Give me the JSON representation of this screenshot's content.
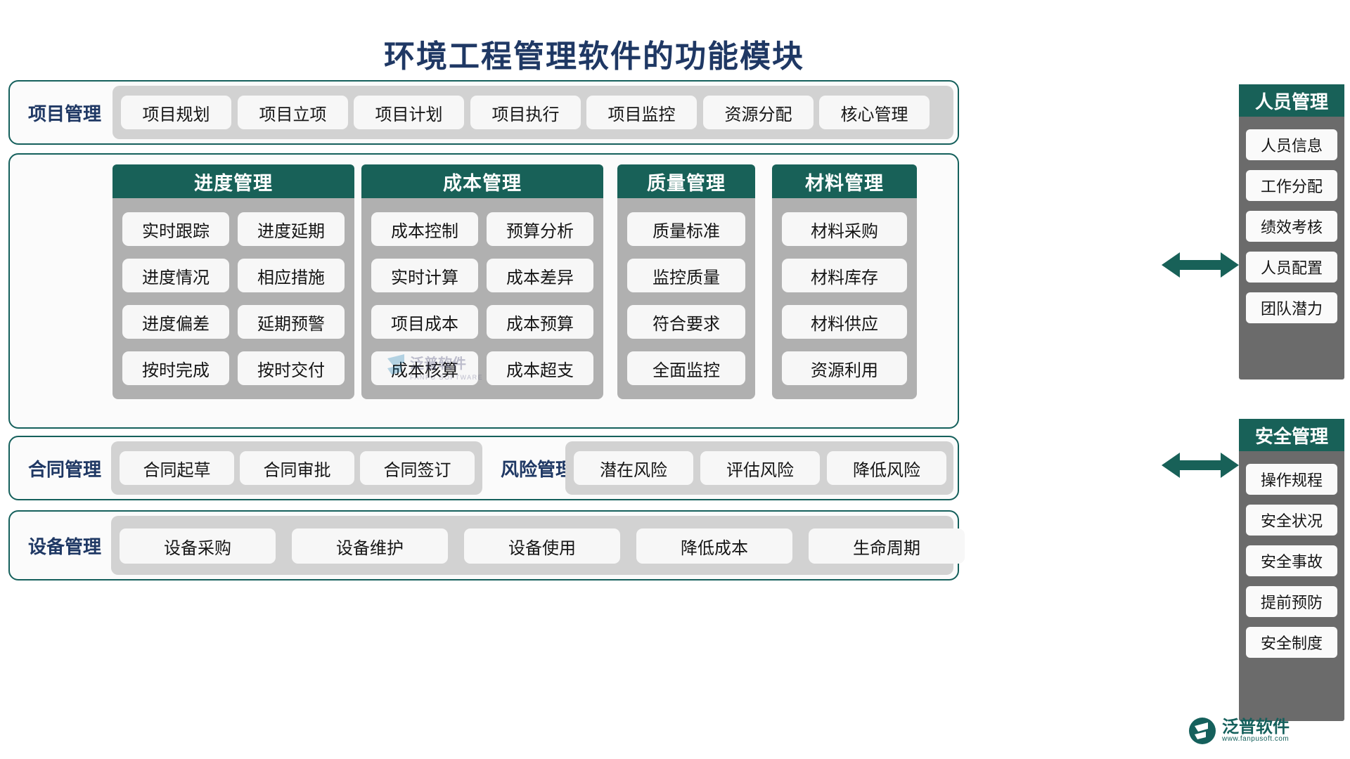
{
  "title": "环境工程管理软件的功能模块",
  "colors": {
    "title": "#1f3864",
    "green": "#186158",
    "panel_border": "#15605c",
    "tray": "#d2d2d2",
    "tray_dark": "#b0b0b0",
    "chip": "#f7f7f7",
    "rail": "#6b6b6b"
  },
  "project_row": {
    "label": "项目管理",
    "items": [
      "项目规划",
      "项目立项",
      "项目计划",
      "项目执行",
      "项目监控",
      "资源分配",
      "核心管理"
    ]
  },
  "columns": [
    {
      "header": "进度管理",
      "cols": 2,
      "items": [
        "实时跟踪",
        "进度延期",
        "进度情况",
        "相应措施",
        "进度偏差",
        "延期预警",
        "按时完成",
        "按时交付"
      ]
    },
    {
      "header": "成本管理",
      "cols": 2,
      "items": [
        "成本控制",
        "预算分析",
        "实时计算",
        "成本差异",
        "项目成本",
        "成本预算",
        "成本核算",
        "成本超支"
      ]
    },
    {
      "header": "质量管理",
      "cols": 1,
      "items": [
        "质量标准",
        "监控质量",
        "符合要求",
        "全面监控"
      ]
    },
    {
      "header": "材料管理",
      "cols": 1,
      "items": [
        "材料采购",
        "材料库存",
        "材料供应",
        "资源利用"
      ]
    }
  ],
  "contract_row": {
    "label": "合同管理",
    "items": [
      "合同起草",
      "合同审批",
      "合同签订"
    ]
  },
  "risk_row": {
    "label": "风险管理",
    "items": [
      "潜在风险",
      "评估风险",
      "降低风险"
    ]
  },
  "equipment_row": {
    "label": "设备管理",
    "items": [
      "设备采购",
      "设备维护",
      "设备使用",
      "降低成本",
      "生命周期"
    ]
  },
  "rails": [
    {
      "header": "人员管理",
      "items": [
        "人员信息",
        "工作分配",
        "绩效考核",
        "人员配置",
        "团队潜力"
      ]
    },
    {
      "header": "安全管理",
      "items": [
        "操作规程",
        "安全状况",
        "安全事故",
        "提前预防",
        "安全制度"
      ]
    }
  ],
  "watermark": {
    "cn": "泛普软件",
    "en": "FANPU SOFTWARE"
  },
  "logo": {
    "cn": "泛普软件",
    "en": "www.fanpusoft.com"
  }
}
